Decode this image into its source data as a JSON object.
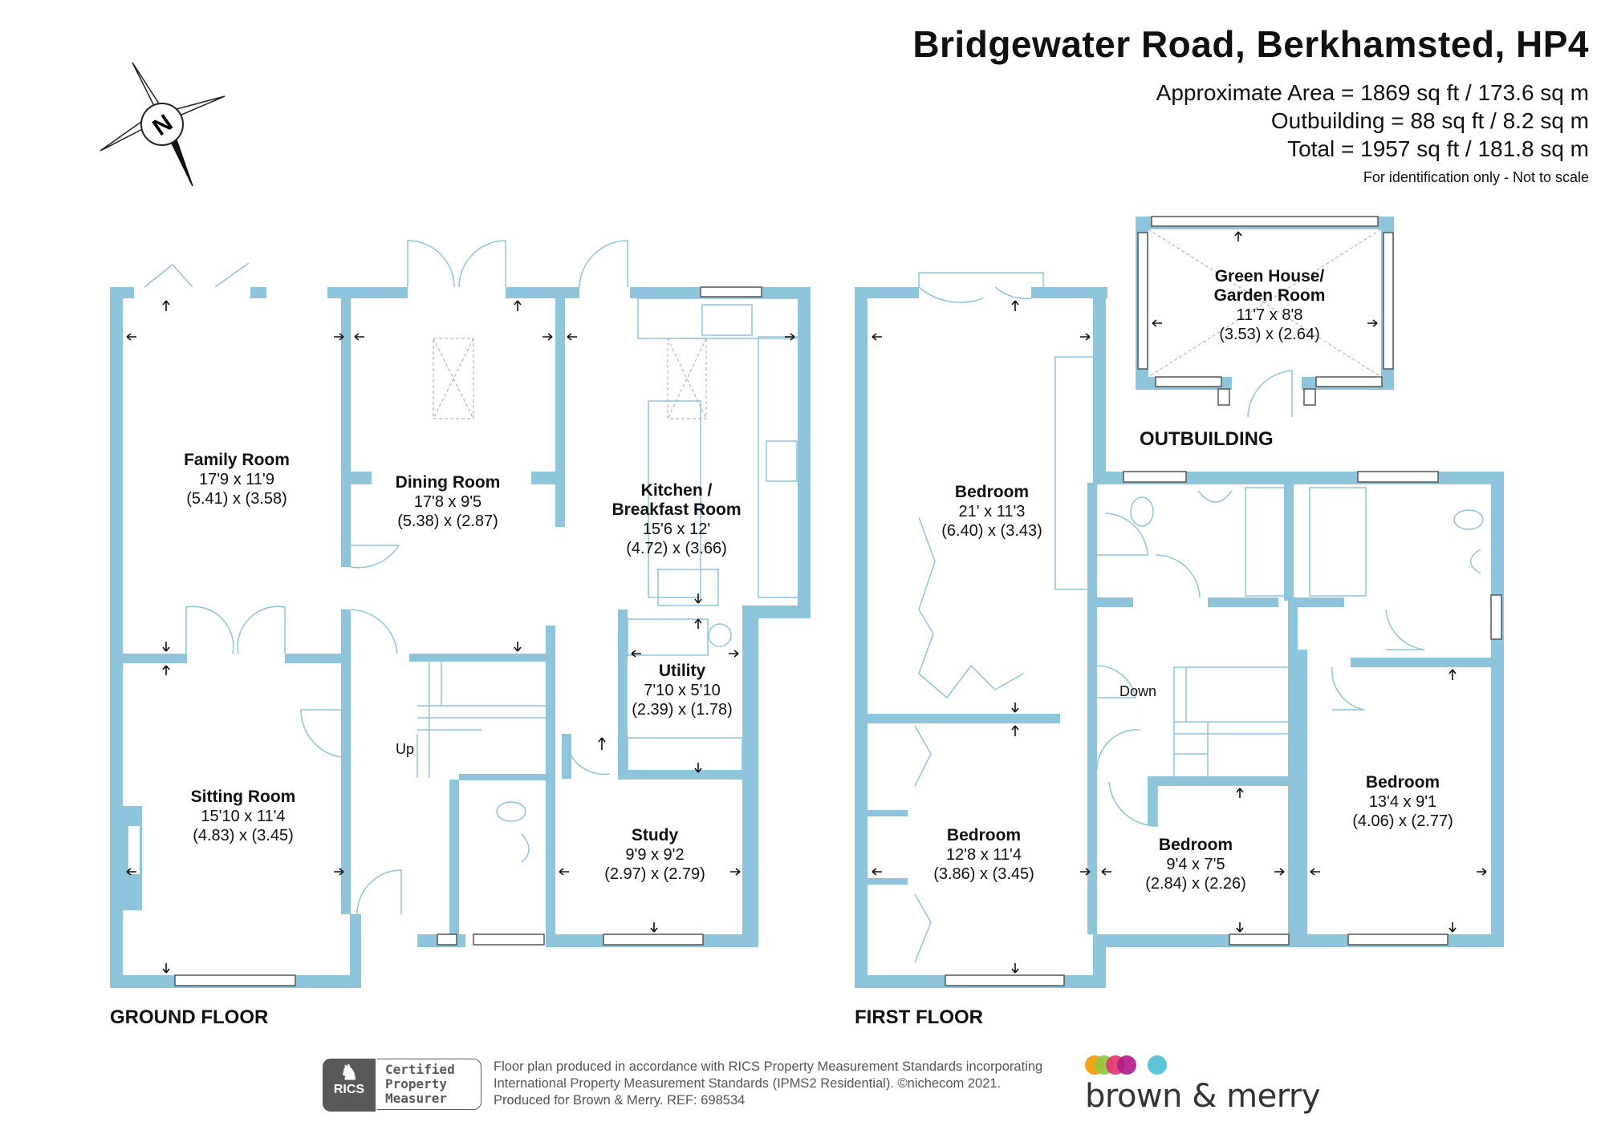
{
  "header": {
    "title": "Bridgewater Road, Berkhamsted, HP4",
    "approx_area": "Approximate Area = 1869 sq ft / 173.6 sq m",
    "outbuilding_area": "Outbuilding = 88 sq ft / 8.2 sq m",
    "total_area": "Total = 1957 sq ft / 181.8 sq m",
    "note": "For identification only - Not to scale"
  },
  "compass": {
    "label": "N",
    "icon": "compass-icon"
  },
  "floors": {
    "ground": "GROUND FLOOR",
    "first": "FIRST FLOOR",
    "outbuilding": "OUTBUILDING"
  },
  "rooms": {
    "family_room": {
      "name": "Family Room",
      "imperial": "17'9 x 11'9",
      "metric": "(5.41) x (3.58)"
    },
    "dining_room": {
      "name": "Dining Room",
      "imperial": "17'8 x 9'5",
      "metric": "(5.38) x (2.87)"
    },
    "kitchen": {
      "name_line1": "Kitchen /",
      "name_line2": "Breakfast Room",
      "imperial": "15'6 x 12'",
      "metric": "(4.72) x (3.66)"
    },
    "utility": {
      "name": "Utility",
      "imperial": "7'10 x 5'10",
      "metric": "(2.39) x (1.78)"
    },
    "sitting_room": {
      "name": "Sitting Room",
      "imperial": "15'10 x 11'4",
      "metric": "(4.83) x (3.45)"
    },
    "study": {
      "name": "Study",
      "imperial": "9'9 x 9'2",
      "metric": "(2.97) x (2.79)"
    },
    "bedroom_1": {
      "name": "Bedroom",
      "imperial": "21' x 11'3",
      "metric": "(6.40) x (3.43)"
    },
    "bedroom_2": {
      "name": "Bedroom",
      "imperial": "12'8 x 11'4",
      "metric": "(3.86) x (3.45)"
    },
    "bedroom_3": {
      "name": "Bedroom",
      "imperial": "9'4 x 7'5",
      "metric": "(2.84) x (2.26)"
    },
    "bedroom_4": {
      "name": "Bedroom",
      "imperial": "13'4 x 9'1",
      "metric": "(4.06) x (2.77)"
    },
    "green_house": {
      "name_line1": "Green House/",
      "name_line2": "Garden Room",
      "imperial": "11'7 x 8'8",
      "metric": "(3.53) x (2.64)"
    }
  },
  "stairs": {
    "up": "Up",
    "down": "Down"
  },
  "footer": {
    "line1": "Floor plan produced in accordance with RICS Property Measurement Standards incorporating",
    "line2": "International Property Measurement Standards (IPMS2 Residential).   ©nichecom 2021.",
    "line3": "Produced for Brown & Merry.    REF:  698534",
    "rics_logo": "RICS",
    "rics_cert": [
      "Certified",
      "Property",
      "Measurer"
    ],
    "brand_name": "brown & merry",
    "brand_colors": [
      "#f7a21b",
      "#8dc63f",
      "#e2336f",
      "#b0198a",
      "#5ec5d6"
    ]
  },
  "colors": {
    "wall": "#8ec5dd",
    "text": "#111111"
  }
}
